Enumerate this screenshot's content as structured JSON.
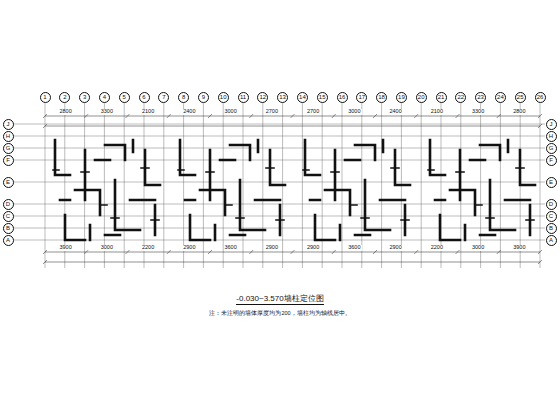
{
  "diagram": {
    "caption": "-0.030~3.570墙柱定位图",
    "nodes": [
      {
        "text": [
          "1"
        ]
      },
      {
        "text": [
          "2"
        ]
      },
      {
        "text": [
          "3"
        ]
      },
      {
        "text": [
          "4"
        ]
      },
      {
        "text": [
          "5"
        ]
      },
      {
        "text": [
          "6"
        ]
      },
      {
        "text": [
          "7"
        ]
      },
      {
        "text": [
          "8"
        ]
      },
      {
        "text": [
          "9"
        ]
      },
      {
        "text": [
          "10"
        ]
      },
      {
        "text": [
          "11"
        ]
      },
      {
        "text": [
          "12"
        ]
      },
      {
        "text": [
          "13"
        ]
      },
      {
        "text": [
          "14"
        ]
      },
      {
        "text": [
          "15"
        ]
      },
      {
        "text": [
          "16"
        ]
      },
      {
        "text": [
          "17"
        ]
      },
      {
        "text": [
          "18"
        ]
      },
      {
        "text": [
          "19"
        ]
      },
      {
        "text": [
          "20"
        ]
      },
      {
        "text": [
          "21"
        ]
      },
      {
        "text": [
          "22"
        ]
      },
      {
        "text": [
          "23"
        ]
      },
      {
        "text": [
          "24"
        ]
      },
      {
        "text": [
          "25"
        ]
      },
      {
        "text": [
          "26"
        ]
      },
      {
        "text": [
          "J"
        ]
      },
      {
        "text": [
          "H"
        ]
      },
      {
        "text": [
          "G"
        ]
      },
      {
        "text": [
          "F"
        ]
      },
      {
        "text": [
          "E"
        ]
      },
      {
        "text": [
          "D"
        ]
      },
      {
        "text": [
          "C"
        ]
      },
      {
        "text": [
          "B"
        ]
      },
      {
        "text": [
          "A"
        ]
      },
      {
        "text": [
          "J"
        ]
      },
      {
        "text": [
          "H"
        ]
      },
      {
        "text": [
          "G"
        ]
      },
      {
        "text": [
          "F"
        ]
      },
      {
        "text": [
          "E"
        ]
      },
      {
        "text": [
          "D"
        ]
      },
      {
        "text": [
          "C"
        ]
      },
      {
        "text": [
          "B"
        ]
      },
      {
        "text": [
          "A"
        ]
      }
    ],
    "labels": [
      "2800",
      "3300",
      "2100",
      "2400",
      "3000",
      "2700",
      "2700",
      "3000",
      "2400",
      "2100",
      "3300",
      "2800",
      "3900",
      "3000",
      "2200",
      "2900",
      "3600",
      "2900",
      "2900",
      "3600",
      "2900",
      "2200",
      "3000",
      "3900",
      "注：未注明的墙体厚度均为200，墙柱均为轴线居中。"
    ]
  }
}
